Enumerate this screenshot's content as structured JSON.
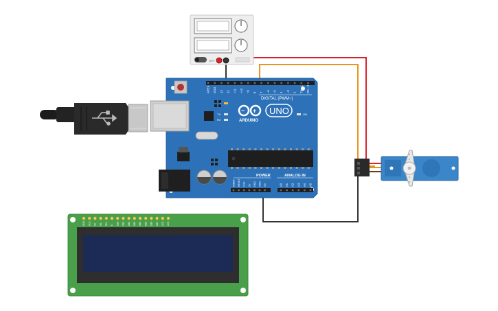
{
  "board": {
    "name": "UNO",
    "brand": "ARDUINO",
    "digital_label": "DIGITAL (PWM~)",
    "power_label": "POWER",
    "analog_label": "ANALOG IN",
    "on_label": "ON",
    "l_label": "L",
    "tx_label": "TX",
    "rx_label": "RX",
    "digital_pins": [
      "AREF",
      "GND",
      "13",
      "12",
      "~11",
      "~10",
      "~9",
      "8",
      "7",
      "~6",
      "~5",
      "4",
      "~3",
      "2",
      "TX→1",
      "RX←0"
    ],
    "power_pins": [
      "IOREF",
      "RESET",
      "3.3V",
      "5V",
      "GND",
      "GND",
      "Vin"
    ],
    "analog_pins": [
      "A0",
      "A1",
      "A2",
      "A3",
      "A4",
      "A5"
    ]
  },
  "power_supply": {
    "off_label": "OFF"
  },
  "lcd": {
    "pin_labels": [
      "GND",
      "VCC",
      "V0",
      "RS",
      "RW",
      "E",
      "DB0",
      "DB1",
      "DB2",
      "DB3",
      "DB4",
      "DB5",
      "DB6",
      "DB7",
      "LED",
      "LED"
    ]
  },
  "colors": {
    "board": "#2d72b8",
    "board_dark": "#1d5a9a",
    "wire_red": "#d9232a",
    "wire_orange": "#e8951c",
    "wire_black": "#333333",
    "lcd_pcb": "#4aa04a",
    "lcd_screen": "#1b2b55",
    "servo": "#3a86c8",
    "supply": "#eeeeee"
  }
}
